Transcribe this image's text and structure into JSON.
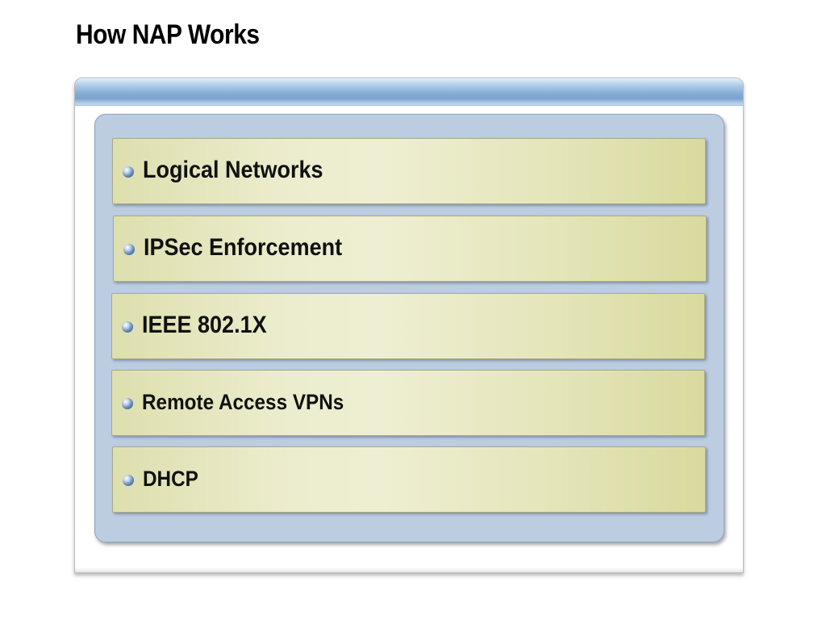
{
  "slide": {
    "title": "How NAP Works"
  },
  "items": [
    {
      "label": "Logical Networks",
      "icon": "bullet-sphere-icon"
    },
    {
      "label": "IPSec Enforcement",
      "icon": "bullet-sphere-icon"
    },
    {
      "label": "IEEE 802.1X",
      "icon": "bullet-sphere-icon"
    },
    {
      "label": "Remote Access VPNs",
      "icon": "bullet-sphere-icon"
    },
    {
      "label": "DHCP",
      "icon": "bullet-sphere-icon"
    }
  ],
  "colors": {
    "header_blue": "#87aed6",
    "inner_panel": "#bccde2",
    "item_fill": "#eeefd2",
    "bullet_blue": "#5f85b8"
  }
}
